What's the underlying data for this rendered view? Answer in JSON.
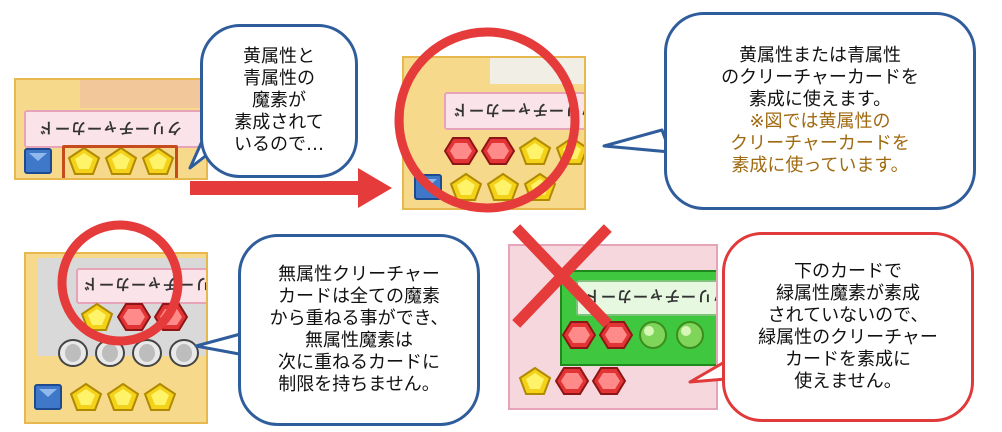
{
  "bubbles": {
    "top_left": {
      "lines": [
        "黄属性と",
        "青属性の",
        "魔素が",
        "素成されて",
        "いるので…"
      ]
    },
    "top_right": {
      "lines": [
        "黄属性または青属性",
        "のクリーチャーカードを",
        "素成に使えます。"
      ],
      "note_lines": [
        "※図では黄属性の",
        "クリーチャーカードを",
        "素成に使っています。"
      ]
    },
    "bottom_mid": {
      "lines": [
        "無属性クリーチャー",
        "カードは全ての魔素",
        "から重ねる事ができ、",
        "無属性魔素は",
        "次に重ねるカードに",
        "制限を持ちません。"
      ]
    },
    "bottom_right": {
      "lines": [
        "下のカードで",
        "緑属性魔素が素成",
        "されていないので、",
        "緑属性のクリーチャー",
        "カードを素成に",
        "使えません。"
      ]
    }
  },
  "cards": {
    "c1": {
      "name": "クリーチャーカード"
    },
    "c2": {
      "name": "クリーチャーカード"
    },
    "c3": {
      "name": "クリーチャーカード"
    },
    "c4": {
      "name": "クリーチャーカード"
    }
  },
  "colors": {
    "bubble_border": "#2f5d9c",
    "red_circle": "#e53b3b",
    "note_text": "#a06a10"
  }
}
